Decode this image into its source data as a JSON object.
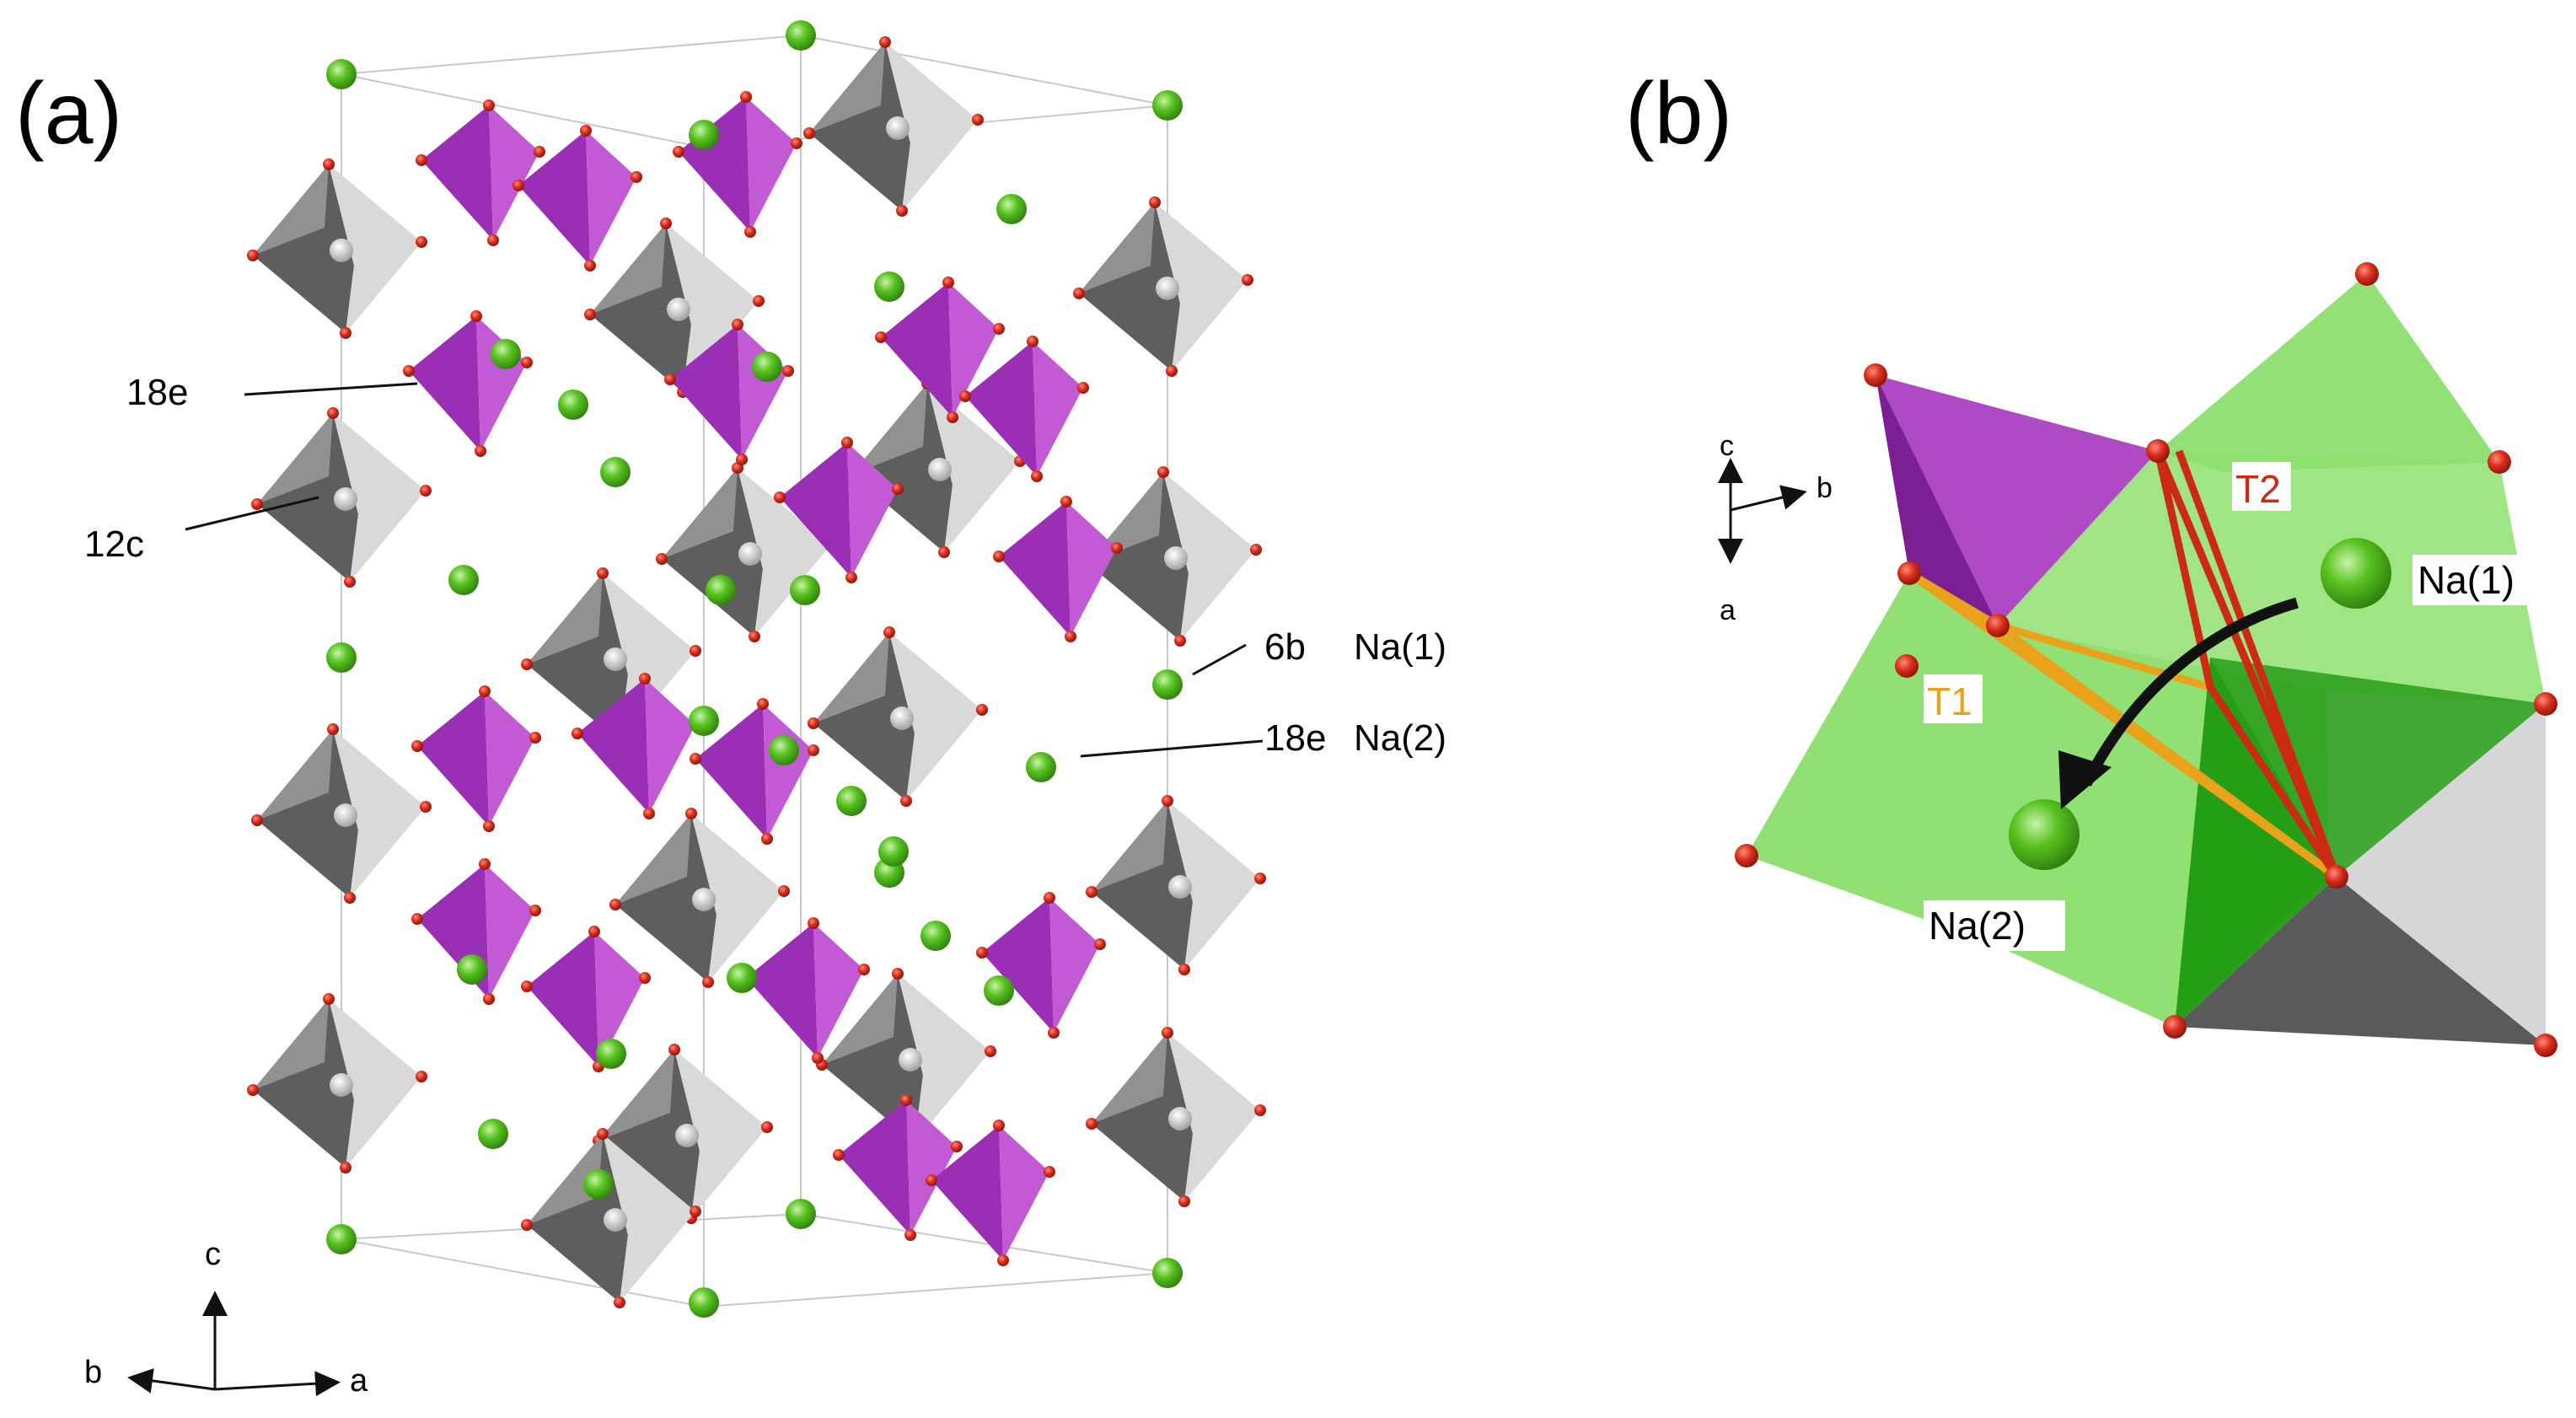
{
  "panel_a": {
    "label": "(a)",
    "site_labels": {
      "p_site": "18e",
      "m_site": "12c",
      "na1_site": "6b",
      "na1_name": "Na(1)",
      "na2_site": "18e",
      "na2_name": "Na(2)"
    },
    "axes": {
      "c": "c",
      "b": "b",
      "a": "a"
    }
  },
  "panel_b": {
    "label": "(b)",
    "path_labels": {
      "t1": "T1",
      "t2": "T2"
    },
    "ion_labels": {
      "na1": "Na(1)",
      "na2": "Na(2)"
    },
    "axes": {
      "c": "c",
      "b": "b",
      "a": "a"
    }
  },
  "colors": {
    "octahedron_light": "#d9d9d9",
    "octahedron_mid": "#a6a6a6",
    "octahedron_dark": "#5e5e5e",
    "tetrahedron": "#9a2fb5",
    "tetrahedron_light": "#c25ad6",
    "sodium": "#57c21f",
    "oxygen": "#d62c1a",
    "green_polyhedron": "#7fdb5e",
    "green_dark": "#1f9a10",
    "path_t1": "#e9a21a",
    "path_t2": "#cc2a12",
    "arrow": "#111111"
  }
}
